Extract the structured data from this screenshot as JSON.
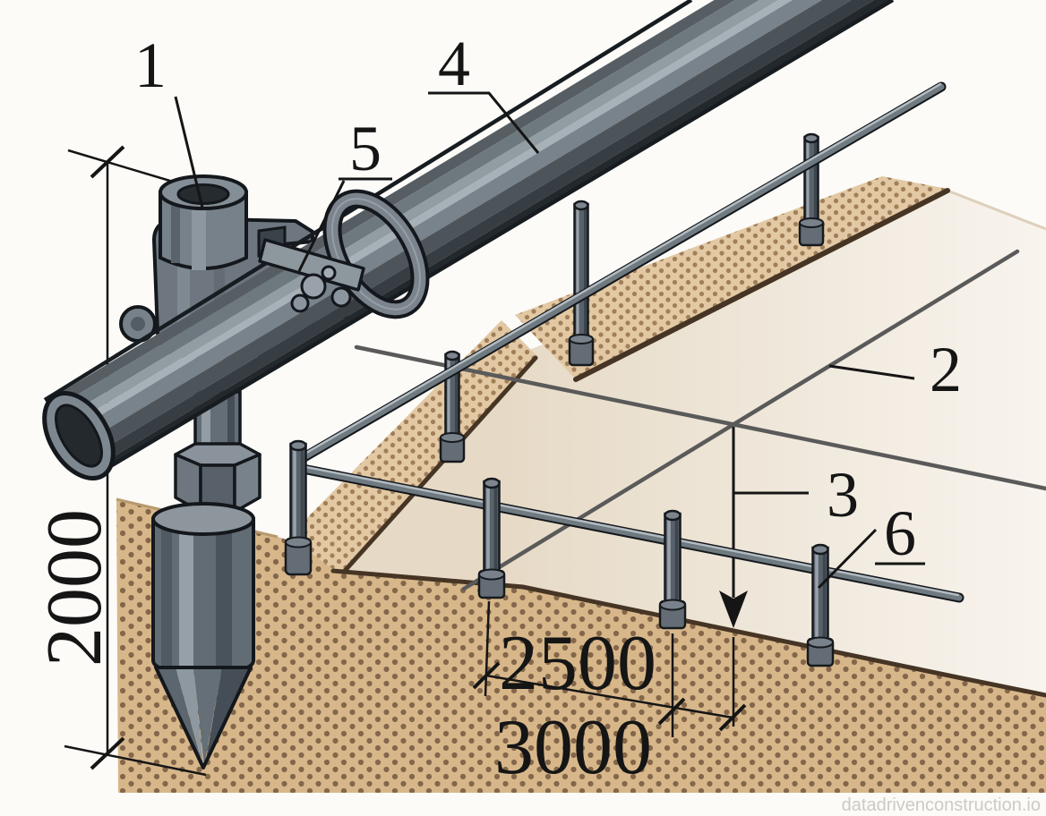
{
  "diagram": {
    "type": "technical-illustration",
    "subject": "ground-anchor-with-clamped-pipe-and-axis-cord-layout",
    "callouts": {
      "c1": "1",
      "c2": "2",
      "c3": "3",
      "c4": "4",
      "c5": "5",
      "c6": "6"
    },
    "dimensions": {
      "anchor_depth": "2000",
      "stake_spacing": "2500",
      "row_spacing": "3000"
    },
    "watermark": "datadrivenconstruction.io",
    "colors": {
      "paper": "#fcfbf8",
      "ground": "#d7b78a",
      "ground_dots": "#6f5339",
      "sand_strip": "#e2c9a3",
      "trench_floor": "#f4efe7",
      "earth_edge": "#463525",
      "metal_mid": "#6a737b",
      "pipe_dark": "#4a5258",
      "cord_gray": "#5a5a5a",
      "line_black": "#151515"
    }
  }
}
